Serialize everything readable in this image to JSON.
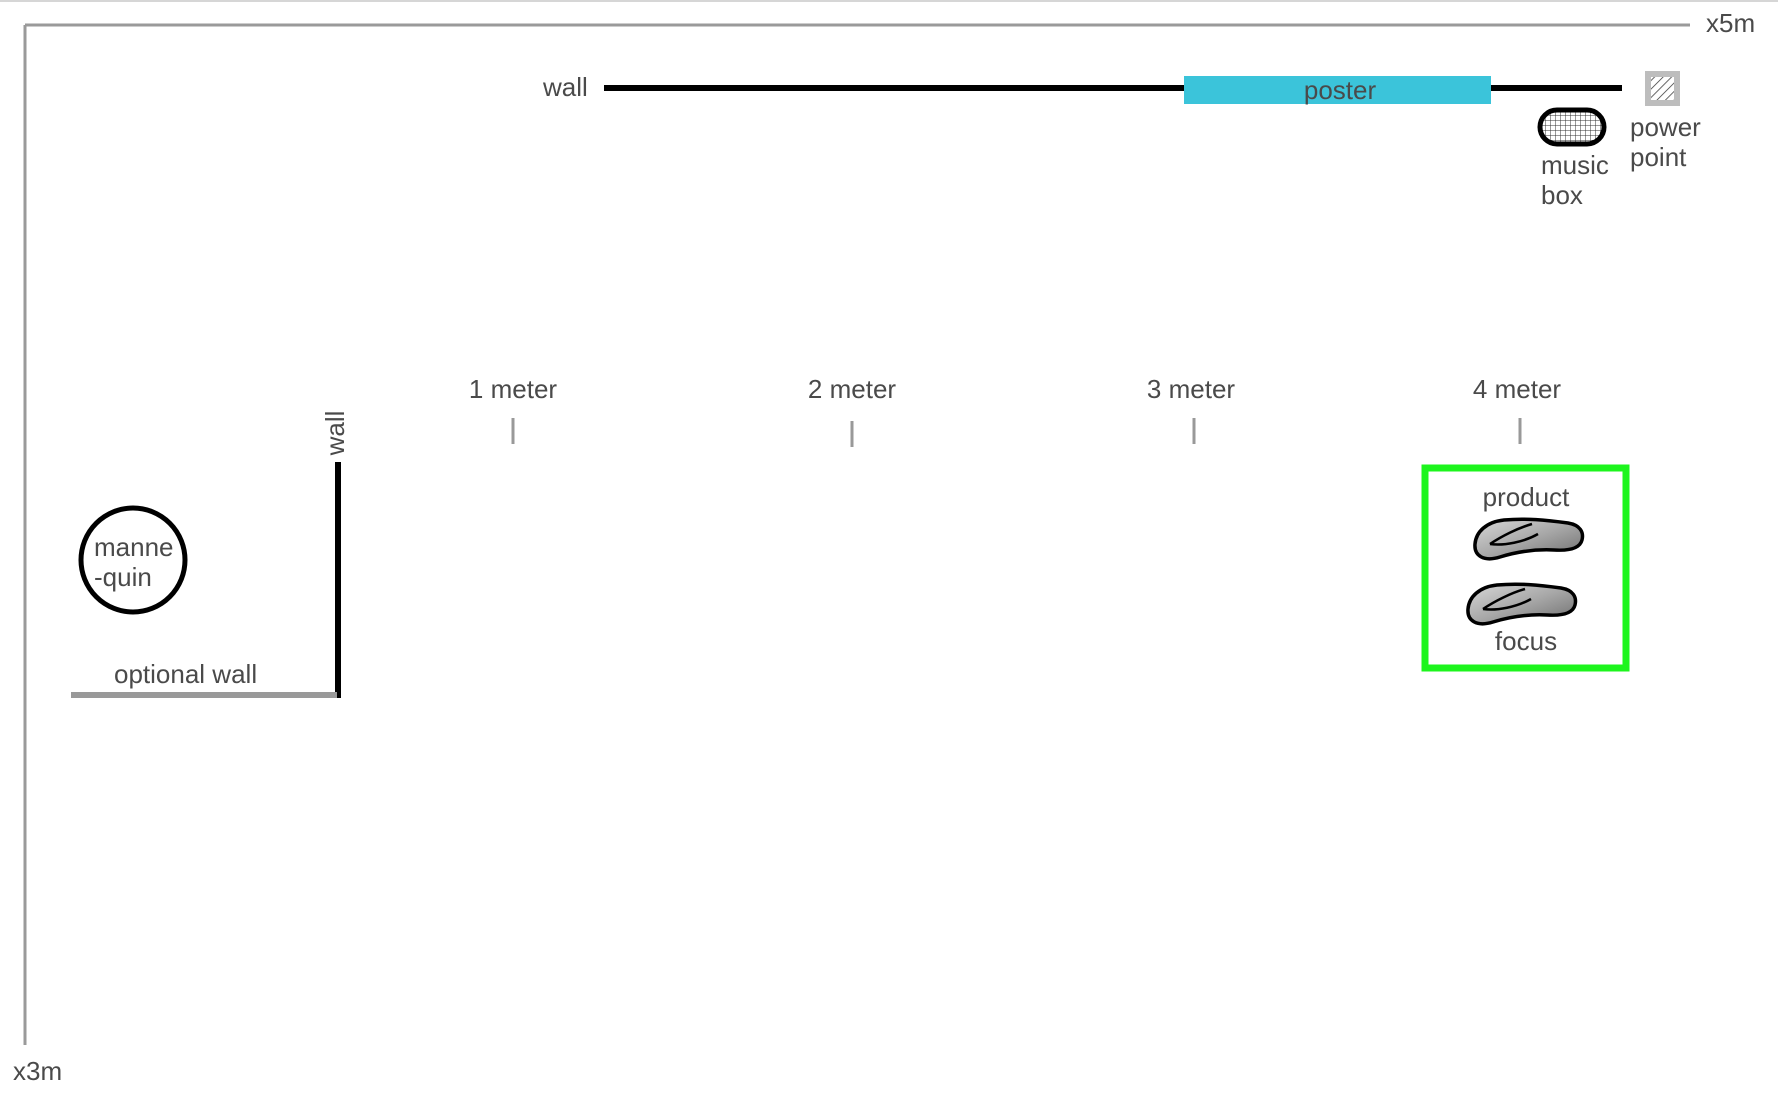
{
  "room": {
    "width_label": "x5m",
    "depth_label": "x3m"
  },
  "top_wall": {
    "label": "wall"
  },
  "poster": {
    "label": "poster",
    "color": "#3bc4da"
  },
  "music_box": {
    "label_line1": "music",
    "label_line2": "box"
  },
  "power_point": {
    "label_line1": "power",
    "label_line2": "point"
  },
  "scale": {
    "ticks": [
      "1 meter",
      "2 meter",
      "3 meter",
      "4 meter"
    ]
  },
  "side_wall": {
    "label": "wall"
  },
  "mannequin": {
    "label_line1": "manne",
    "label_line2": "-quin"
  },
  "optional_wall": {
    "label": "optional wall",
    "color": "#999999"
  },
  "product_focus": {
    "label_top": "product",
    "label_bottom": "focus",
    "border_color": "#1df51d",
    "icon": "flip-flop-icon"
  }
}
